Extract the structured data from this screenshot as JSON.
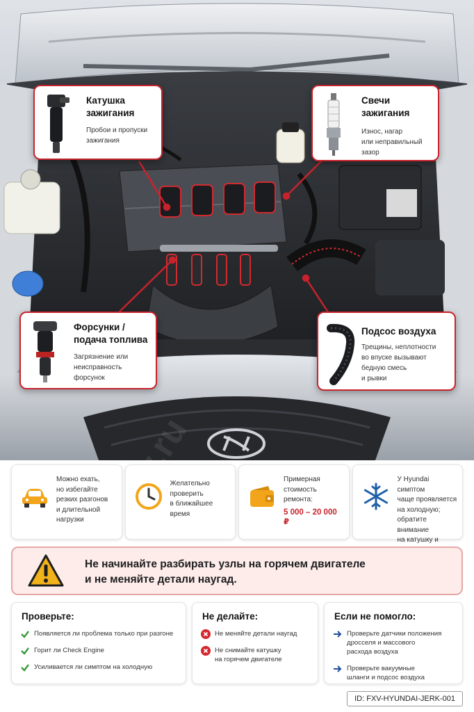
{
  "callouts": {
    "coil": {
      "title_line1": "Катушка",
      "title_line2": "зажигания",
      "text_line1": "Пробои и пропуски",
      "text_line2": "зажигания"
    },
    "plugs": {
      "title_line1": "Свечи",
      "title_line2": "зажигания",
      "text_line1": "Износ, нагар",
      "text_line2": "или неправильный",
      "text_line3": "зазор"
    },
    "injectors": {
      "title_line1": "Форсунки /",
      "title_line2": "подача топлива",
      "text_line1": "Загрязнение или",
      "text_line2": "неисправность",
      "text_line3": "форсунок"
    },
    "air_leak": {
      "title": "Подсос воздуха",
      "text_line1": "Трещины, неплотности",
      "text_line2": "во впуске вызывают",
      "text_line3": "бедную смесь",
      "text_line4": "и рывки"
    }
  },
  "watermark": "fixv.ru",
  "cards": [
    {
      "icon": "car-icon",
      "lines": [
        "Можно ехать,",
        "но избегайте",
        "резких разгонов",
        "и длительной",
        "нагрузки"
      ]
    },
    {
      "icon": "clock-icon",
      "lines": [
        "Желательно",
        "проверить",
        "в ближайшее",
        "время"
      ]
    },
    {
      "icon": "wallet-icon",
      "lines": [
        "Примерная",
        "стоимость",
        "ремонта:"
      ],
      "price": "5 000 – 20 000 ₽"
    },
    {
      "icon": "snowflake-icon",
      "lines": [
        "У Hyundai симптом",
        "чаще проявляется",
        "на холодную;",
        "обратите внимание",
        "на катушку и свечи."
      ]
    }
  ],
  "warning": {
    "line1": "Не начинайте разбирать узлы на горячем двигателе",
    "line2": "и не меняйте детали наугад."
  },
  "check": {
    "title": "Проверьте:",
    "items": [
      "Появляется ли проблема только при разгоне",
      "Горит ли Check Engine",
      "Усиливается ли симптом на холодную"
    ]
  },
  "dont": {
    "title": "Не делайте:",
    "items": [
      [
        "Не меняйте детали наугад"
      ],
      [
        "Не снимайте катушку",
        "на горячем двигателе"
      ]
    ]
  },
  "if_not": {
    "title": "Если не помогло:",
    "items": [
      [
        "Проверьте датчики положения",
        "дросселя и массового",
        "расхода воздуха"
      ],
      [
        "Проверьте вакуумные",
        "шланги и подсос воздуха"
      ]
    ]
  },
  "doc_id": "ID: FXV-HYUNDAI-JERK-001",
  "colors": {
    "accent_red": "#c8232c",
    "check_green": "#3a9a3a",
    "arrow_blue": "#1f4e9c",
    "icon_orange": "#f2a51a"
  }
}
